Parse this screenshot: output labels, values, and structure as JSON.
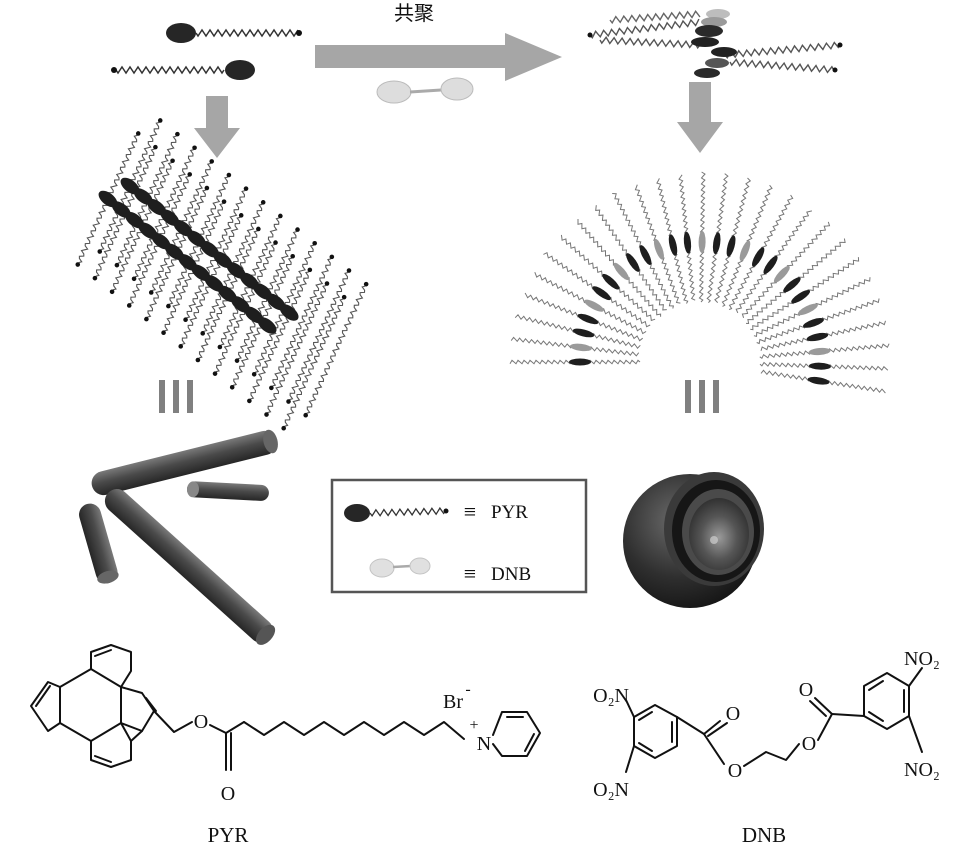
{
  "process_label": "共聚",
  "legend": {
    "pyr_label": "PYR",
    "dnb_label": "DNB",
    "equiv_symbol": "≡"
  },
  "structures": {
    "pyr": {
      "caption": "PYR",
      "counter_ion": "Br",
      "counter_ion_charge": "-",
      "cation_charge": "+",
      "nitrogen": "N",
      "ester_o": "O",
      "carbonyl_o": "O"
    },
    "dnb": {
      "caption": "DNB",
      "no2_a": "O₂N",
      "no2_b": "O₂N",
      "no2_c": "NO₂",
      "no2_d": "NO₂",
      "carbonyl_left_o": "O",
      "carbonyl_right_o": "O",
      "ester_left_o": "O",
      "ester_right_o": "O"
    }
  },
  "colors": {
    "dark_head": "#262626",
    "light_head": "#d9d9d9",
    "arrow": "#a6a6a6",
    "rod": "#4d4d4d",
    "sphere": "#2e2e2e"
  }
}
